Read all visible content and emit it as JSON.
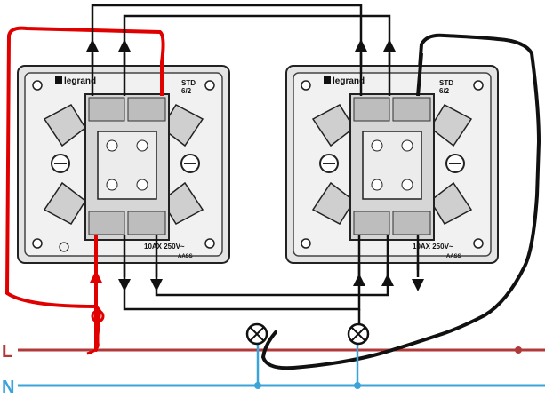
{
  "switches": [
    {
      "brand": "legrand",
      "model_line1": "STD",
      "model_line2": "6/2",
      "rating": "10AX  250V~",
      "code": "AASS"
    },
    {
      "brand": "legrand",
      "model_line1": "STD",
      "model_line2": "6/2",
      "rating": "10AX  250V~",
      "code": "AASS"
    }
  ],
  "rails": {
    "live_label": "L",
    "neutral_label": "N"
  },
  "colors": {
    "live": "#b03a3a",
    "neutral": "#3aa4d8",
    "red_wire": "#e00000",
    "black_wire": "#111111",
    "mechanism_fill": "#dcdcdc",
    "mechanism_stroke": "#222222"
  },
  "icons": {
    "lamp": "lamp-cross-circle-icon",
    "arrow_up": "arrow-up-icon",
    "arrow_down": "arrow-down-icon"
  }
}
